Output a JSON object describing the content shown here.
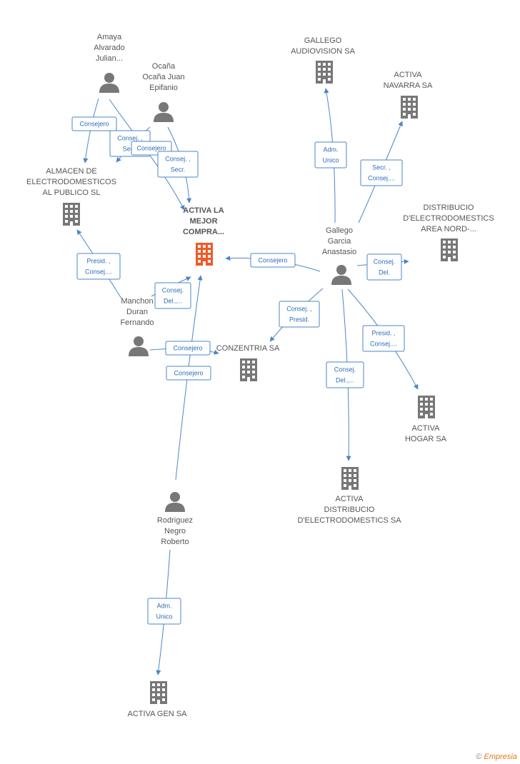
{
  "colors": {
    "edge": "#4a86c8",
    "node": "#777777",
    "main_node": "#f05a28"
  },
  "nodes": [
    {
      "id": "amaya",
      "type": "person",
      "label": [
        "Amaya",
        "Alvarado",
        "Julian..."
      ]
    },
    {
      "id": "ocana",
      "type": "person",
      "label": [
        "Ocaña",
        "Ocaña Juan",
        "Epifanio"
      ]
    },
    {
      "id": "almacen",
      "type": "company",
      "label": [
        "ALMACEN DE",
        "ELECTRODOMESTICOS",
        "AL PUBLICO SL"
      ]
    },
    {
      "id": "activa_mejor",
      "type": "company",
      "main": true,
      "label": [
        "ACTIVA LA",
        "MEJOR",
        "COMPRA..."
      ]
    },
    {
      "id": "manchon",
      "type": "person",
      "label": [
        "Manchon",
        "Duran",
        "Fernando"
      ]
    },
    {
      "id": "conzentria",
      "type": "company",
      "label": [
        "CONZENTRIA SA"
      ]
    },
    {
      "id": "rodriguez",
      "type": "person",
      "label": [
        "Rodriguez",
        "Negro",
        "Roberto"
      ]
    },
    {
      "id": "activa_gen",
      "type": "company",
      "label": [
        "ACTIVA GEN SA"
      ]
    },
    {
      "id": "gallego_av",
      "type": "company",
      "label": [
        "GALLEGO",
        "AUDIOVISION SA"
      ]
    },
    {
      "id": "activa_navarra",
      "type": "company",
      "label": [
        "ACTIVA",
        "NAVARRA SA"
      ]
    },
    {
      "id": "distribucio_nord",
      "type": "company",
      "label": [
        "DISTRIBUCIO",
        "D'ELECTRODOMESTICS",
        "AREA NORD-..."
      ]
    },
    {
      "id": "gallego",
      "type": "person",
      "label": [
        "Gallego",
        "Garcia",
        "Anastasio"
      ]
    },
    {
      "id": "activa_hogar",
      "type": "company",
      "label": [
        "ACTIVA",
        "HOGAR SA"
      ]
    },
    {
      "id": "activa_distribucio",
      "type": "company",
      "label": [
        "ACTIVA",
        "DISTRIBUCIO",
        "D'ELECTRODOMESTICS SA"
      ]
    }
  ],
  "edges": [
    {
      "id": "e1",
      "label": [
        "Consejero"
      ]
    },
    {
      "id": "e2",
      "label": [
        "Consej. ,",
        "Secr."
      ]
    },
    {
      "id": "e3",
      "label": [
        "Consejero"
      ]
    },
    {
      "id": "e4",
      "label": [
        "Consej. ,",
        "Secr."
      ]
    },
    {
      "id": "e5",
      "label": [
        "Presid. ,",
        "Consej...."
      ]
    },
    {
      "id": "e6",
      "label": [
        "Consej.",
        "Del.,..."
      ]
    },
    {
      "id": "e7",
      "label": [
        "Consejero"
      ]
    },
    {
      "id": "e8",
      "label": [
        "Consejero"
      ]
    },
    {
      "id": "e9",
      "label": [
        "Adm.",
        "Unico"
      ]
    },
    {
      "id": "e10",
      "label": [
        "Adm.",
        "Unico"
      ]
    },
    {
      "id": "e11",
      "label": [
        "Secr. ,",
        "Consej...."
      ]
    },
    {
      "id": "e12",
      "label": [
        "Consejero"
      ]
    },
    {
      "id": "e13",
      "label": [
        "Consej.",
        "Del."
      ]
    },
    {
      "id": "e14",
      "label": [
        "Consej. ,",
        "Presid."
      ]
    },
    {
      "id": "e15",
      "label": [
        "Presid. ,",
        "Consej...."
      ]
    },
    {
      "id": "e16",
      "label": [
        "Consej.",
        "Del.,..."
      ]
    }
  ],
  "brand": {
    "copyright": "©",
    "name": "Empresia"
  }
}
